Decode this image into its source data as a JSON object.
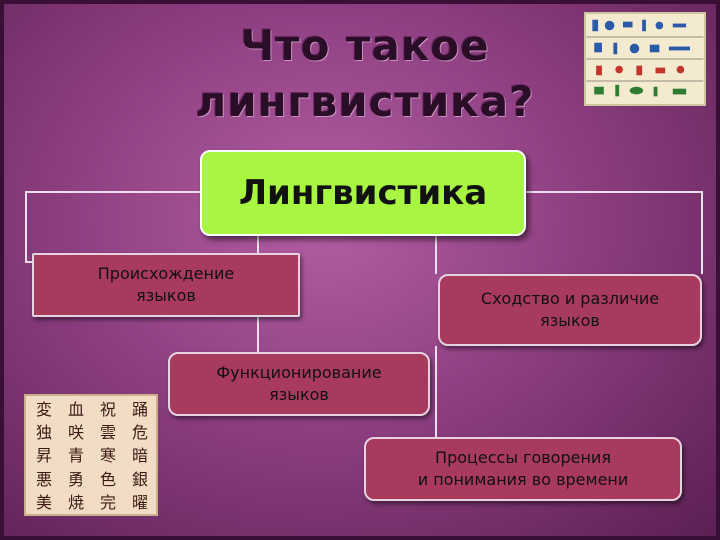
{
  "title": {
    "line1": "Что такое",
    "line2": "лингвистика?"
  },
  "diagram": {
    "root": "Лингвистика",
    "branches": [
      {
        "line1": "Происхождение",
        "line2": "языков"
      },
      {
        "line1": "Сходство и различие",
        "line2": "языков"
      },
      {
        "line1": "Функционирование",
        "line2": "языков"
      },
      {
        "line1": "Процессы говорения",
        "line2": "и понимания во времени"
      }
    ]
  },
  "colors": {
    "root_fill": "#a8f542",
    "node_fill": "#a83a5e",
    "background": "#8e3f82",
    "connector": "#e8e0ea"
  },
  "images": {
    "top_right": "hieroglyph-chart",
    "bottom_left": "chinese-characters-chart"
  }
}
